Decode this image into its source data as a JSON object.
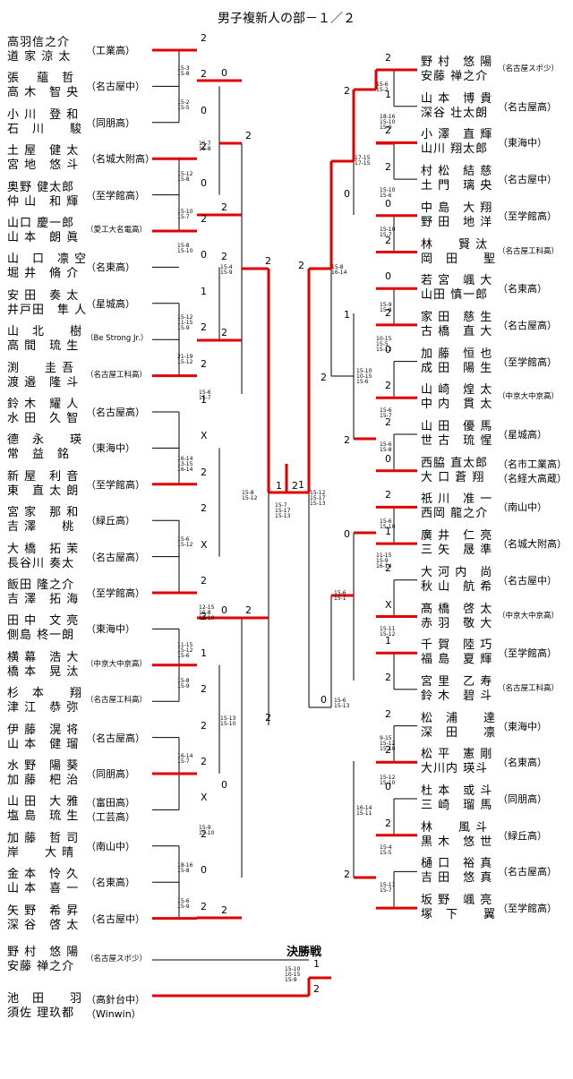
{
  "title": "男子複新人の部－１／２",
  "final_label": "決勝戦",
  "left": [
    {
      "names": [
        "高羽信之介",
        "道 家 涼 太"
      ],
      "team": "（工業高）"
    },
    {
      "names": [
        "張　 蘊　哲",
        "高 木　智 央"
      ],
      "team": "（名古屋中）"
    },
    {
      "names": [
        "小 川　登 和",
        "石　川　　駿"
      ],
      "team": "（同朋高）"
    },
    {
      "names": [
        "土 屋　健 太",
        "宮 地　悠 斗"
      ],
      "team": "（名城大附高）"
    },
    {
      "names": [
        "奥野 健太郎",
        "仲 山　和 輝"
      ],
      "team": "（至学館高）"
    },
    {
      "names": [
        "山口 慶一郎",
        "山 本　朗 眞"
      ],
      "team": "（愛工大名電高）"
    },
    {
      "names": [
        "山　口　凛 空",
        "堀 井　脩 介"
      ],
      "team": "（名東高）"
    },
    {
      "names": [
        "安 田　奏 太",
        "井戸田　隼 人"
      ],
      "team": "（星城高）"
    },
    {
      "names": [
        "山　北　　樹",
        "高 間　琉 生"
      ],
      "team": "（Be Strong Jr.）"
    },
    {
      "names": [
        "渕　　圭 吾",
        "渡 邉　隆 斗"
      ],
      "team": "（名古屋工科高）"
    },
    {
      "names": [
        "鈴 木　耀 人",
        "水 田　久 智"
      ],
      "team": "（名古屋高）"
    },
    {
      "names": [
        "德　永　　瑛",
        "常　益　銘"
      ],
      "team": "（東海中）"
    },
    {
      "names": [
        "新 屋　利 音",
        "東　直 太 朗"
      ],
      "team": "（至学館高）"
    },
    {
      "names": [
        "宮 家　那 和",
        "吉 澤　　桃"
      ],
      "team": "（緑丘高）"
    },
    {
      "names": [
        "大 橋　拓 茉",
        "長谷川 奏太"
      ],
      "team": "（名古屋高）"
    },
    {
      "names": [
        "飯田 隆之介",
        "吉 澤　拓 海"
      ],
      "team": "（至学館高）"
    },
    {
      "names": [
        "田 中　文 亮",
        "側島 柊一朗"
      ],
      "team": "（東海中）"
    },
    {
      "names": [
        "横 幕　浩 大",
        "橋 本　晃 汰"
      ],
      "team": "（中京大中京高）"
    },
    {
      "names": [
        "杉　本　　翔",
        "津 江　恭 弥"
      ],
      "team": "（名古屋工科高）"
    },
    {
      "names": [
        "伊 藤　滉 将",
        "山 本　健 瑠"
      ],
      "team": "（名古屋高）"
    },
    {
      "names": [
        "水 野　陽 葵",
        "加 藤　杷 治"
      ],
      "team": "（同朋高）"
    },
    {
      "names": [
        "山 田　大 雅",
        "塩 島　琉 生"
      ],
      "team": "（富田高）",
      "team2": "（工芸高）"
    },
    {
      "names": [
        "加 藤　哲 司",
        "岸　　大 晴"
      ],
      "team": "（南山中）"
    },
    {
      "names": [
        "金 本　怜 久",
        "山 本　喜 一"
      ],
      "team": "（名東高）"
    },
    {
      "names": [
        "矢 野　希 昇",
        "深 谷　啓 太"
      ],
      "team": "（名古屋中）"
    }
  ],
  "right": [
    {
      "names": [
        "野 村　悠 陽",
        "安藤 禅之介"
      ],
      "team": "（名古屋スポ少）"
    },
    {
      "names": [
        "山 本　博 貴",
        "深谷 壮太朗"
      ],
      "team": "（名古屋高）"
    },
    {
      "names": [
        "小 澤　直 輝",
        "山川 翔太郎"
      ],
      "team": "（東海中）"
    },
    {
      "names": [
        "村 松　結 慈",
        "土 門　璃 央"
      ],
      "team": "（名古屋中）"
    },
    {
      "names": [
        "中 島　大 翔",
        "野 田　地 洋"
      ],
      "team": "（至学館高）"
    },
    {
      "names": [
        "林　　賢 汰",
        "岡　田　　聖"
      ],
      "team": "（名古屋工科高）"
    },
    {
      "names": [
        "若 宮　颯 大",
        "山田 慎一郎"
      ],
      "team": "（名東高）"
    },
    {
      "names": [
        "家 田　慈 生",
        "古 橋　直 大"
      ],
      "team": "（名古屋高）"
    },
    {
      "names": [
        "加 藤　恒 也",
        "成 田　陽 生"
      ],
      "team": "（至学館高）"
    },
    {
      "names": [
        "山 崎　煌 太",
        "中 内　貫 太"
      ],
      "team": "（中京大中京高）"
    },
    {
      "names": [
        "山 田　優 馬",
        "世 古　琉 惺"
      ],
      "team": "（星城高）"
    },
    {
      "names": [
        "西脇 直太郎",
        "大 口 蒼 翔"
      ],
      "team": "（名市工業高）",
      "team2": "（名経大高蔵）"
    },
    {
      "names": [
        "祇 川　准 一",
        "西岡 龍之介"
      ],
      "team": "（南山中）"
    },
    {
      "names": [
        "廣 井　仁 亮",
        "三 矢　晟 準"
      ],
      "team": "（名城大附高）"
    },
    {
      "names": [
        "大 河 内　尚",
        "秋 山　航 希"
      ],
      "team": "（名古屋中）"
    },
    {
      "names": [
        "髙 橋　啓 太",
        "赤 羽　敬 大"
      ],
      "team": "（中京大中京高）"
    },
    {
      "names": [
        "千 賀　陸 巧",
        "福 島　夏 輝"
      ],
      "team": "（至学館高）"
    },
    {
      "names": [
        "宮 里　乙 寿",
        "鈴 木　碧 斗"
      ],
      "team": "（名古屋工科高）"
    },
    {
      "names": [
        "松　浦　　達",
        "深　田　　凛"
      ],
      "team": "（東海中）"
    },
    {
      "names": [
        "松 平　憲 剛",
        "大川内 瑛斗"
      ],
      "team": "（名東高）"
    },
    {
      "names": [
        "杜 本　或 斗",
        "三 崎　瑠 馬"
      ],
      "team": "（同朋高）"
    },
    {
      "names": [
        "林　　風 斗",
        "黒 木　悠 世"
      ],
      "team": "（緑丘高）"
    },
    {
      "names": [
        "樋 口　裕 真",
        "吉 田　悠 真"
      ],
      "team": "（名古屋高）"
    },
    {
      "names": [
        "坂 野　颯 亮",
        "塚　下　　翼"
      ],
      "team": "（至学館高）"
    }
  ],
  "final": [
    {
      "names": [
        "野 村　悠 陽",
        "安藤 禅之介"
      ],
      "team": "（名古屋スポ少）"
    },
    {
      "names": [
        "池　田　　羽",
        "須佐 理玖都"
      ],
      "team": "（高針台中）",
      "team2": "（Winwin）"
    }
  ],
  "results": {
    "l1": [
      "2",
      "2",
      "0",
      "2",
      "0",
      "2",
      "0",
      "1",
      "2",
      "2",
      "1",
      "X",
      "2",
      "2",
      "X",
      "2",
      "2",
      "1",
      "2",
      "2",
      "2",
      "X",
      "2",
      "0",
      "2"
    ],
    "l2": [
      "0",
      "2",
      "2",
      "2",
      "0",
      "0",
      "2"
    ],
    "l3": [
      "2",
      "2"
    ],
    "l4": [
      "2",
      "2"
    ],
    "l5": [
      "1"
    ],
    "r1": [
      "2",
      "1",
      "2",
      "2",
      "0",
      "2",
      "0",
      "2",
      "0",
      "2",
      "2",
      "0",
      "2",
      "1",
      "2",
      "X",
      "1",
      "2",
      "2",
      "2",
      "0",
      "2"
    ],
    "r2": [
      "2",
      "0",
      "1",
      "2",
      "0",
      "2"
    ],
    "r3": [
      "2",
      "0"
    ],
    "r4": [
      "2",
      "1"
    ],
    "r5": [
      "2"
    ],
    "final": [
      "1",
      "2"
    ]
  },
  "scores": {
    "a": "15-3\n15-8",
    "b": "15-2\n15-5",
    "c": "15-7\n15-8",
    "d": "15-12\n15-8",
    "e": "15-10\n15-7",
    "f": "15-8\n15-10",
    "g": "15-4\n15-9",
    "h": "15-12\n11-15\n15-9",
    "i": "21-19\n15-12",
    "j": "15-6\n15-7",
    "k": "16-14\n13-15\n16-14",
    "l": "15-6\n15-12",
    "m": "12-15\n15-8\n15-10",
    "n": "11-15\n15-12\n15-6",
    "o": "15-8\n15-9",
    "p": "15-13\n15-10",
    "q": "16-14\n15-7",
    "r": "15-9\n15-10",
    "s": "18-16\n15-8",
    "t": "15-6\n15-9",
    "u": "15-8\n15-12",
    "v": "15-7\n15-17\n15-13",
    "w": "15-12\n15-17\n15-13",
    "ra": "15-6\n15-2",
    "rb": "18-16\n15-10\n15-9",
    "rc": "17-15\n17-15",
    "rd": "15-10\n15-6",
    "re": "15-10\n15-7",
    "rf": "15-8\n16-14",
    "rg": "15-9\n15-8",
    "rh": "10-15\n15-5\n15-12",
    "ri": "15-10\n10-15\n15-6",
    "rj": "15-6\n15-7",
    "rk": "15-6\n15-8",
    "rl": "15-6\n15-10",
    "rm": "11-15\n15-9\n16-14",
    "rn": "15-6\n15-1",
    "ro": "15-11\n15-12",
    "rp": "15-6\n15-13",
    "rq": "9-15\n15-12\n15-10",
    "rr": "15-12\n15-10",
    "rs": "16-14\n15-11",
    "rt": "15-4\n15-5",
    "ru": "15-11\n15-7",
    "fin": "15-10\n10-15\n15-9"
  },
  "colors": {
    "win": "#e00000",
    "line": "#000000"
  }
}
